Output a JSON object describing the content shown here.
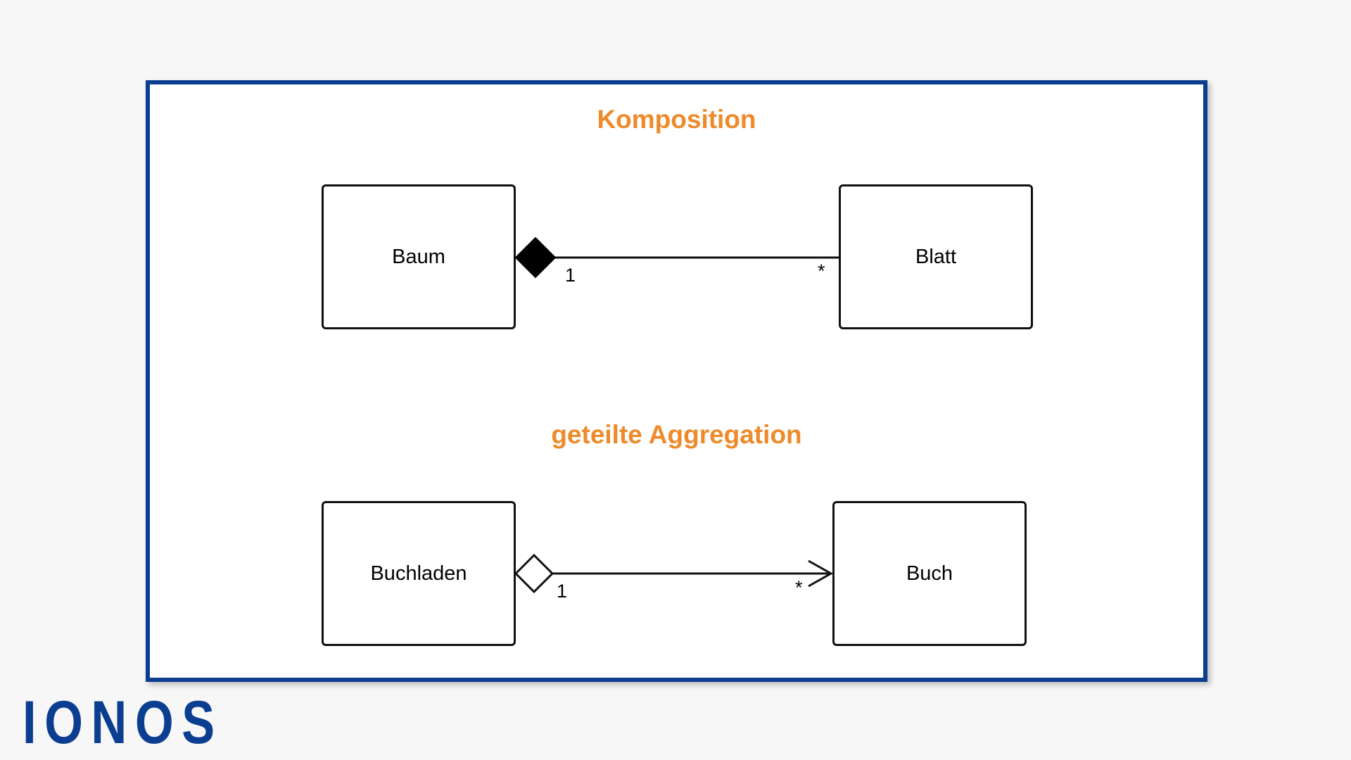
{
  "diagram": {
    "composition": {
      "title": "Komposition",
      "whole": "Baum",
      "part": "Blatt",
      "whole_multiplicity": "1",
      "part_multiplicity": "*"
    },
    "aggregation": {
      "title": "geteilte Aggregation",
      "whole": "Buchladen",
      "part": "Buch",
      "whole_multiplicity": "1",
      "part_multiplicity": "*"
    }
  },
  "brand": {
    "logo": "IONOS",
    "frame_color": "#0b3d91",
    "title_color": "#ee8a2a"
  }
}
